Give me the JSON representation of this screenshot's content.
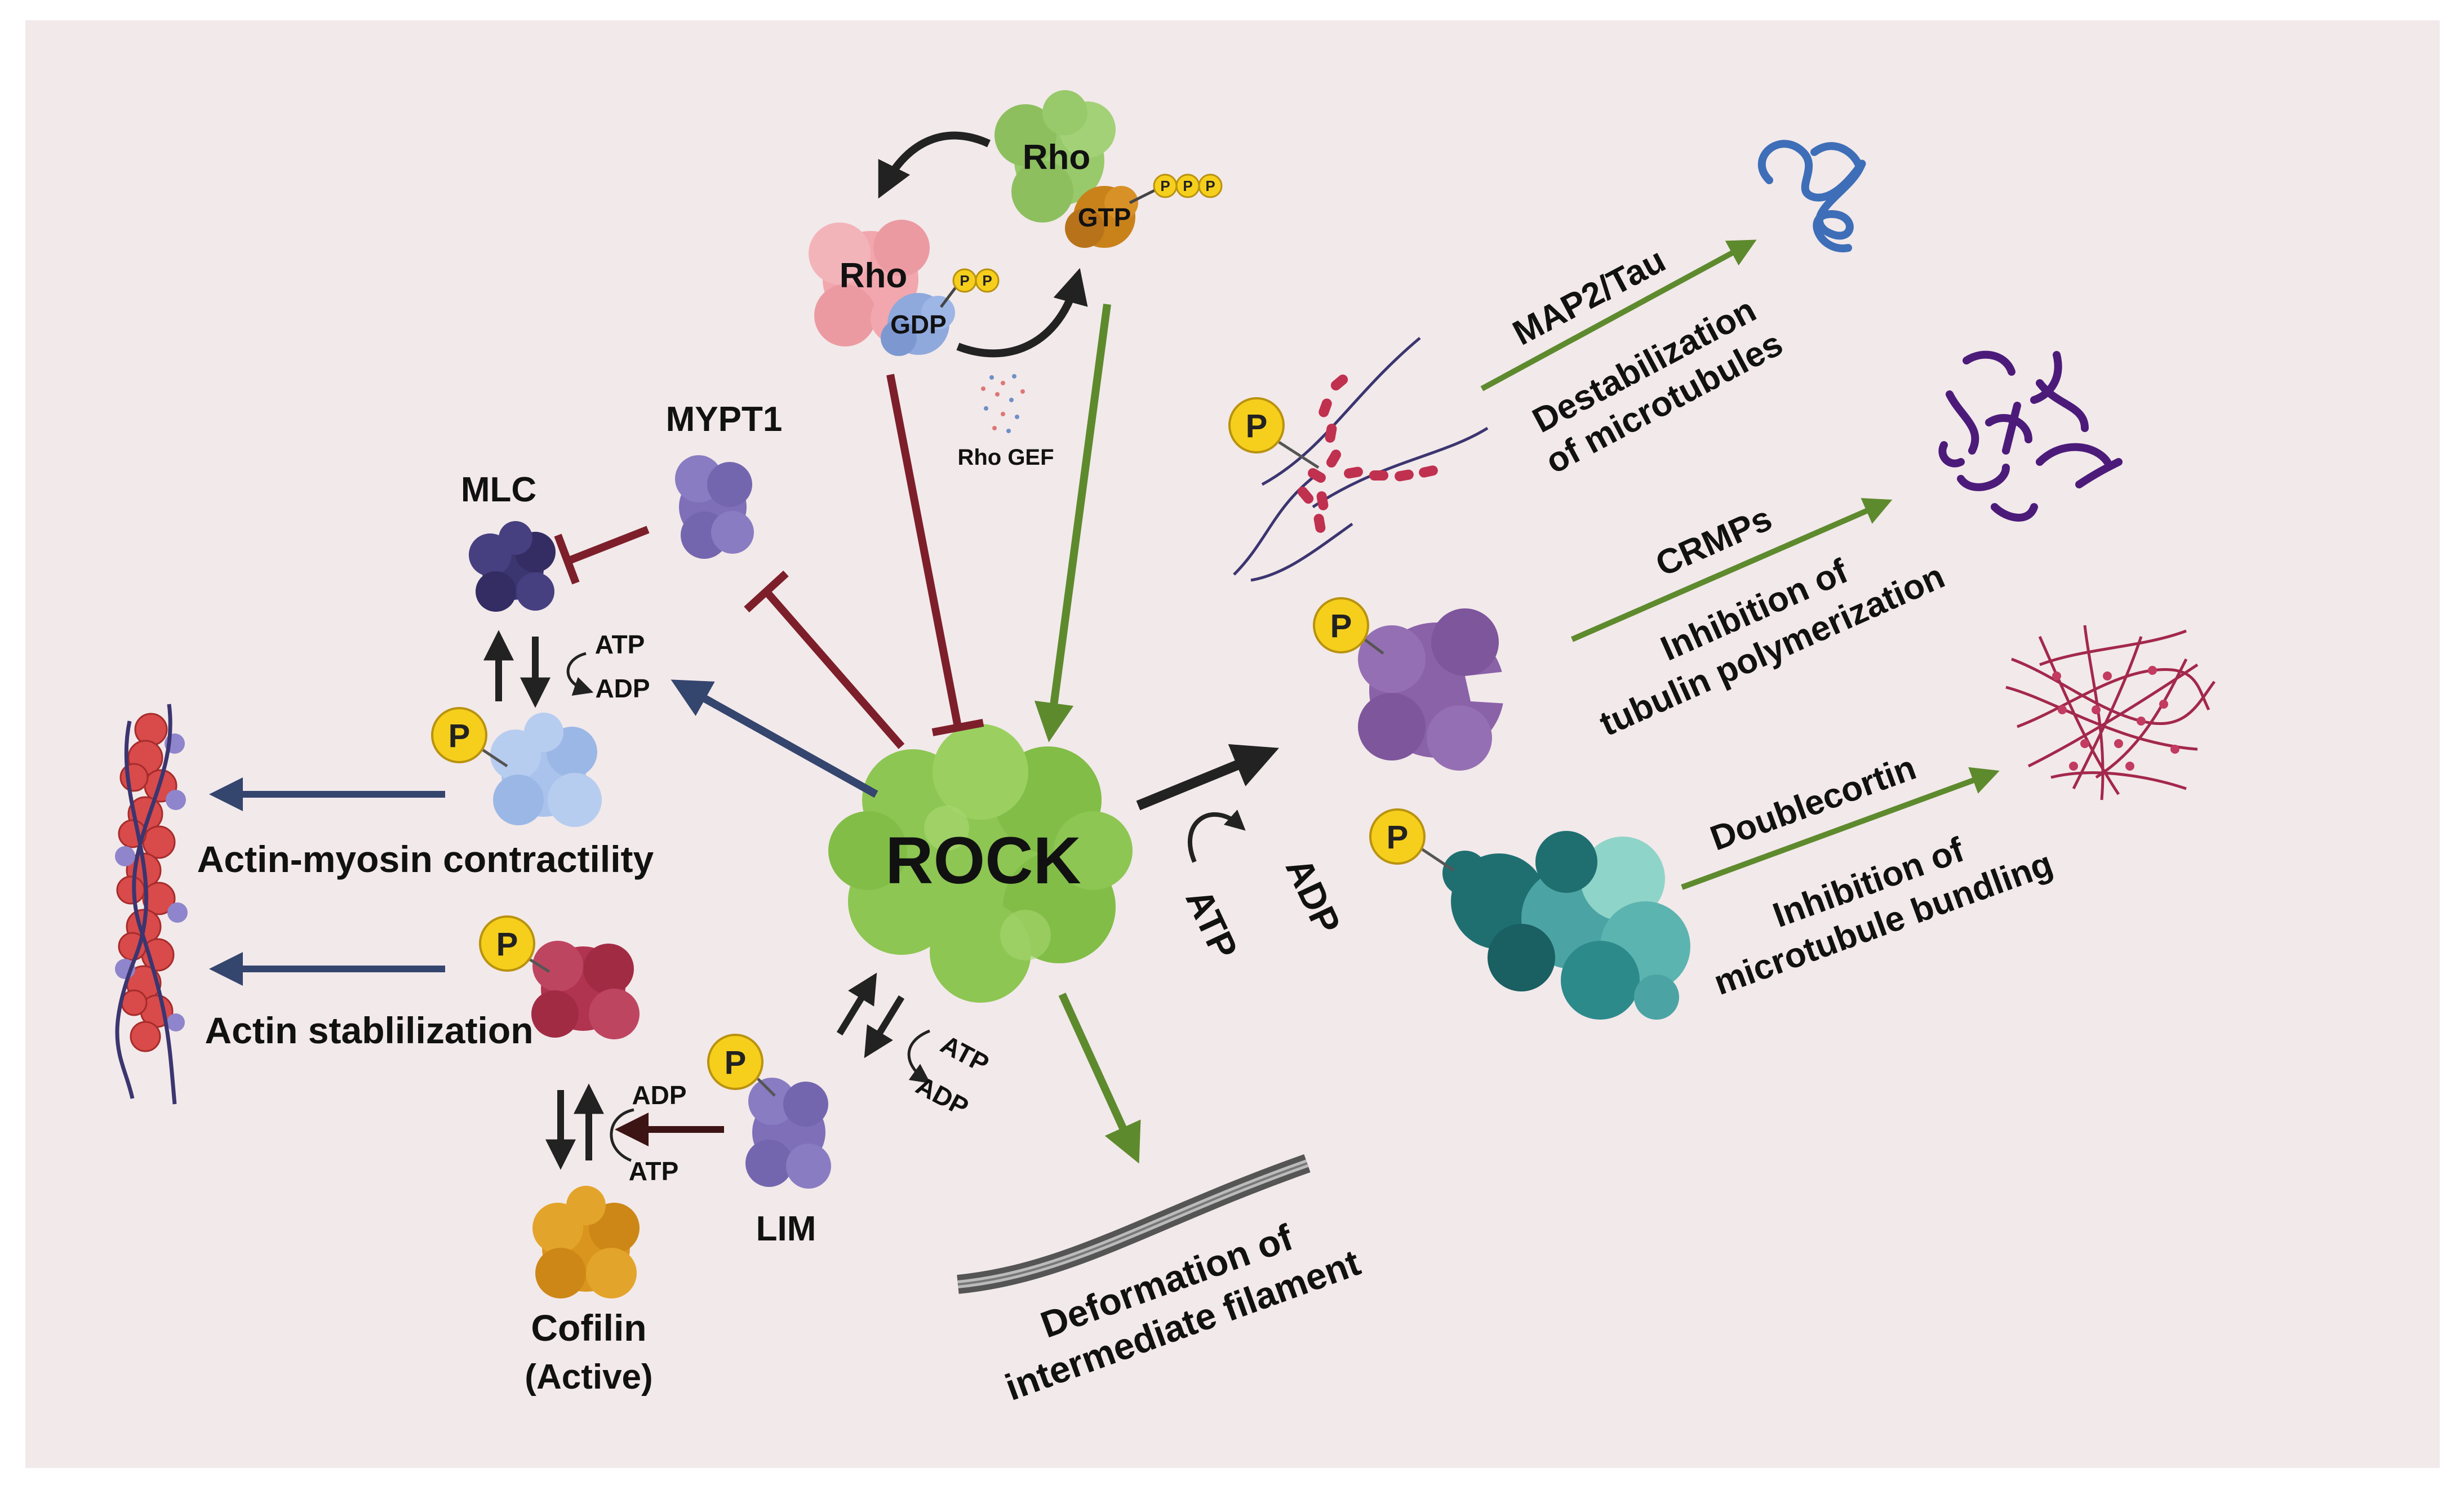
{
  "colors": {
    "background": "#f2e9ea",
    "rock": "#8dc653",
    "activation_green": "#5e8a2e",
    "inhibition_red": "#7d1f2a",
    "navy_arrow": "#34456e",
    "black_arrow": "#222222",
    "phosphate": "#f5cf1c",
    "rho_gtp": "#98c96b",
    "rho_gdp": "#f1a7ad",
    "gtp": "#c9821a",
    "gdp": "#8fa9dd",
    "mlc": "#3b3570",
    "mypt1": "#7e6fb8",
    "p_mlc": "#aac3ec",
    "actin_protein": "#b0344f",
    "lim": "#7e6fb8",
    "cofilin": "#d9951e",
    "crmp_protein": "#8a62a8",
    "doublecortin_protein": "#1f7f80",
    "tau_protein": "#c0304f",
    "microtubule_blue": "#3e6eb8",
    "microtubule_purple": "#4c1b7a",
    "microtubule_bundle": "#a3284c",
    "actin_fiber": "#d94a4a"
  },
  "labels": {
    "rock": "ROCK",
    "rho_top": "Rho",
    "gtp": "GTP",
    "rho_left": "Rho",
    "gdp": "GDP",
    "phosphate": "P",
    "rho_gef": "Rho GEF",
    "mypt1": "MYPT1",
    "mlc": "MLC",
    "atp": "ATP",
    "adp": "ADP",
    "actin_myosin": "Actin-myosin contractility",
    "actin_stab": "Actin stablilization",
    "lim": "LIM",
    "cofilin": "Cofilin",
    "cofilin_state": "(Active)",
    "intermediate_line1": "Deformation of",
    "intermediate_line2": "intermediate filament",
    "map2_tau": "MAP2/Tau",
    "destab_line1": "Destabilization",
    "destab_line2": "of microtubules",
    "crmps": "CRMPs",
    "inhib_tub_line1": "Inhibition of",
    "inhib_tub_line2": "tubulin polymerization",
    "doublecortin": "Doublecortin",
    "inhib_bund_line1": "Inhibition of",
    "inhib_bund_line2": "microtubule bundling"
  }
}
